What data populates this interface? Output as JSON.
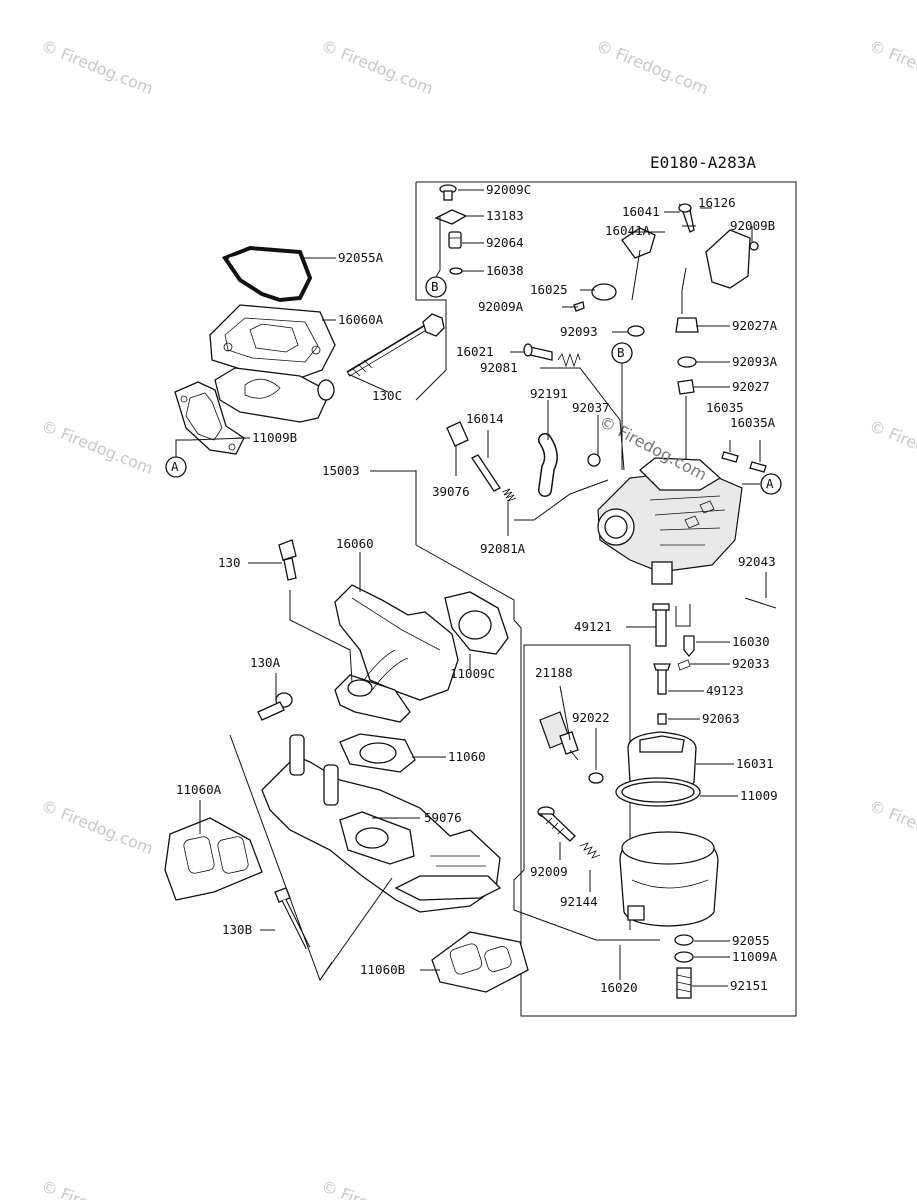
{
  "diagram": {
    "code": "E0180-A283A",
    "watermark": "© Firedog.com",
    "center_watermark": "© Firedog.com",
    "callouts": {
      "A": "A",
      "B": "B"
    },
    "labels": {
      "92009C": "92009C",
      "13183": "13183",
      "92064": "92064",
      "16038": "16038",
      "92055A": "92055A",
      "16060A": "16060A",
      "130C": "130C",
      "11009B": "11009B",
      "16041": "16041",
      "16126": "16126",
      "16041A": "16041A",
      "92009B": "92009B",
      "16025": "16025",
      "92009A": "92009A",
      "92093": "92093",
      "92027A": "92027A",
      "16021": "16021",
      "92081": "92081",
      "92093A": "92093A",
      "92027": "92027",
      "92191": "92191",
      "92037": "92037",
      "16035": "16035",
      "16014": "16014",
      "16035A": "16035A",
      "15003": "15003",
      "39076": "39076",
      "92081A": "92081A",
      "92043": "92043",
      "130": "130",
      "16060": "16060",
      "49121": "49121",
      "16030": "16030",
      "92033": "92033",
      "130A": "130A",
      "11009C": "11009C",
      "21188": "21188",
      "49123": "49123",
      "92022": "92022",
      "92063": "92063",
      "11060": "11060",
      "16031": "16031",
      "11009": "11009",
      "11060A": "11060A",
      "59076": "59076",
      "92009": "92009",
      "92144": "92144",
      "130B": "130B",
      "92055": "92055",
      "11009A": "11009A",
      "11060B": "11060B",
      "16020": "16020",
      "92151": "92151"
    }
  }
}
